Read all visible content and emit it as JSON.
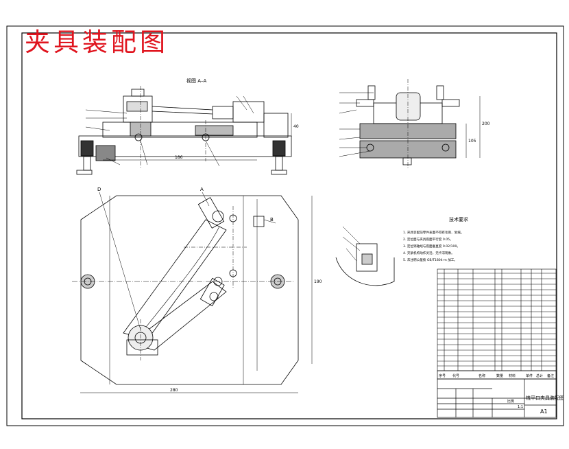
{
  "sheet_title": "夹具装配图",
  "front_view_label": "视图 A–A",
  "tech_requirements": {
    "heading": "技术要求",
    "items": [
      "1. 夹具装配前零件表面不得有毛刺、划痕。",
      "2. 定位面与夹具底面平行度 0.05。",
      "3. 定位销轴线与底面垂直度 0.02/100。",
      "4. 夹紧机构动作灵活，无卡滞现象。",
      "5. 未注明公差按 GB/T1804-m 加工。"
    ]
  },
  "dimensions": {
    "front_width": "186",
    "side_height": "200",
    "side_mid": "105",
    "plan_height": "190",
    "plan_width": "280",
    "front_right": "40"
  },
  "view_letters": {
    "d": "D",
    "a": "A",
    "b": "B"
  },
  "title_block": {
    "drawing_name": "铣平口夹具装配图",
    "sheet_size": "A1",
    "col_headers": [
      "序号",
      "代号",
      "名称",
      "数量",
      "材料",
      "单件",
      "总计",
      "备注"
    ],
    "scale": "1:1",
    "ratio_label": "比例"
  },
  "colors": {
    "title_red": "#e0141e",
    "line": "#000000"
  }
}
